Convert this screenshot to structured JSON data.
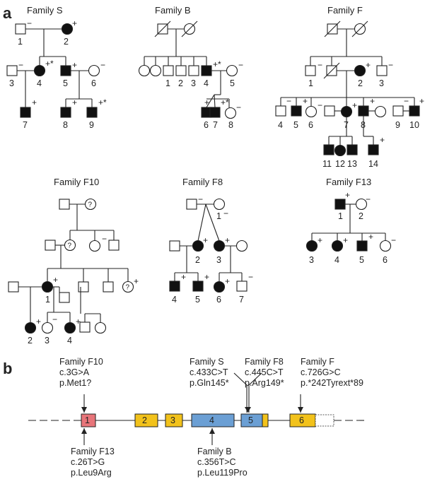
{
  "panel_a": {
    "label": "a",
    "families": {
      "S": {
        "title": "Family S",
        "ids": [
          "1",
          "2",
          "3",
          "4",
          "5",
          "6",
          "7",
          "8",
          "9"
        ],
        "signs": [
          "−",
          "+",
          "−",
          "+*",
          "+",
          "−",
          "+",
          "+",
          "+*"
        ]
      },
      "B": {
        "title": "Family B",
        "ids": [
          "1",
          "2",
          "3",
          "4",
          "5",
          "6",
          "7",
          "8"
        ],
        "signs": [
          "+*",
          "−",
          "+",
          "+*",
          "−"
        ]
      },
      "F": {
        "title": "Family F",
        "ids": [
          "1",
          "2",
          "3",
          "4",
          "5",
          "6",
          "7",
          "8",
          "9",
          "10",
          "11",
          "12",
          "13",
          "14"
        ],
        "signs": [
          "−",
          "+",
          "−",
          "−",
          "+",
          "−",
          "+",
          "+",
          "−",
          "+",
          "+"
        ]
      },
      "F10": {
        "title": "Family F10",
        "ids": [
          "1",
          "2",
          "3",
          "4"
        ],
        "signs": [
          "−",
          "+",
          "−",
          "+",
          "+",
          "+",
          "−",
          "+"
        ],
        "unknown": "?"
      },
      "F8": {
        "title": "Family F8",
        "ids": [
          "1",
          "2",
          "3",
          "4",
          "5",
          "6",
          "7"
        ],
        "signs": [
          "−",
          "−",
          "+",
          "+",
          "+",
          "+",
          "+",
          "−"
        ]
      },
      "F13": {
        "title": "Family F13",
        "ids": [
          "1",
          "2",
          "3",
          "4",
          "5",
          "6"
        ],
        "signs": [
          "+",
          "−",
          "+",
          "+",
          "+",
          "−"
        ]
      }
    }
  },
  "panel_b": {
    "label": "b",
    "exons": [
      "1",
      "2",
      "3",
      "4",
      "5",
      "6"
    ],
    "colors": {
      "red": "#e8757a",
      "yellow": "#f2c21b",
      "blue": "#6b9fd4"
    },
    "annotations": {
      "f10": {
        "family": "Family F10",
        "cdna": "c.3G>A",
        "protein": "p.Met1?"
      },
      "s": {
        "family": "Family S",
        "cdna": "c.433C>T",
        "protein": "p.Gln145*"
      },
      "f8": {
        "family": "Family F8",
        "cdna": "c.445C>T",
        "protein": "p.Arg149*"
      },
      "f": {
        "family": "Family F",
        "cdna": "c.726G>C",
        "protein": "p.*242Tyrext*89"
      },
      "f13": {
        "family": "Family F13",
        "cdna": "c.26T>G",
        "protein": "p.Leu9Arg"
      },
      "b": {
        "family": "Family B",
        "cdna": "c.356T>C",
        "protein": "p.Leu119Pro"
      }
    }
  }
}
